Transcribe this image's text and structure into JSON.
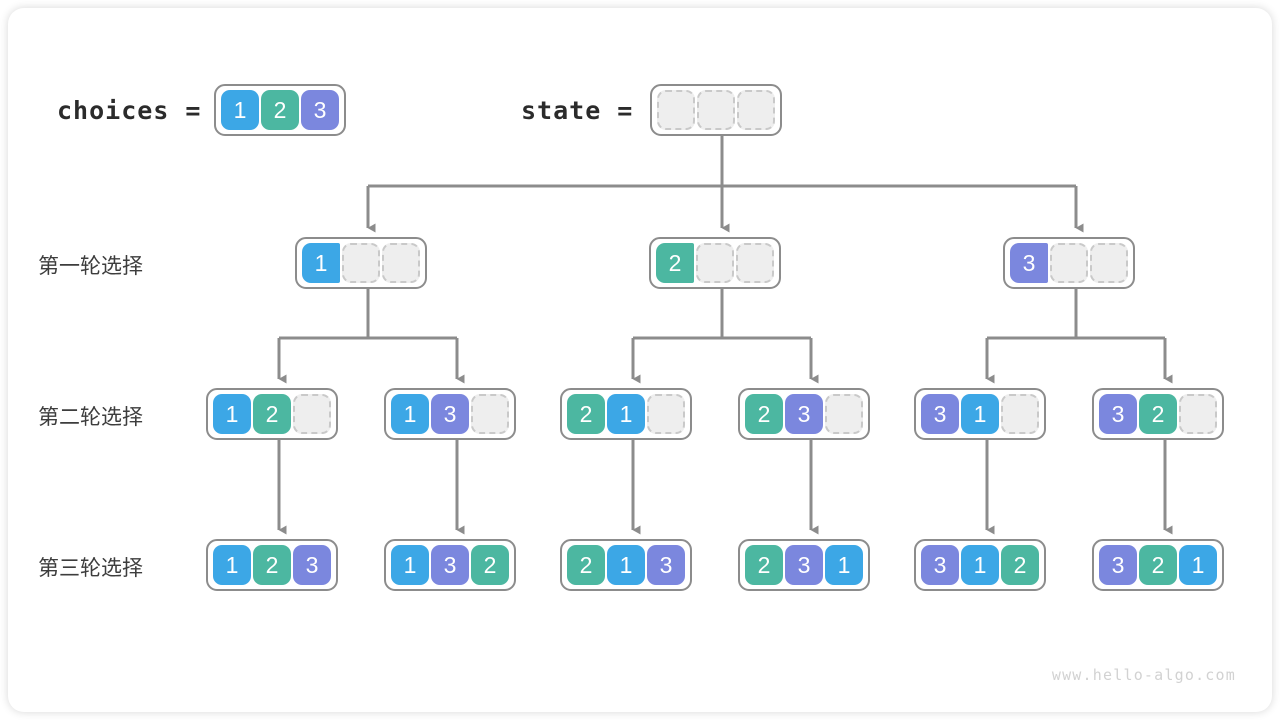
{
  "diagram": {
    "title": "permutation-backtracking-tree",
    "watermark": "www.hello-algo.com",
    "colors": {
      "value_1": "#3ca7e6",
      "value_2": "#4cb7a1",
      "value_3": "#7b87de",
      "empty_cell": "#eeeeee",
      "border": "#8c8c8c",
      "connector": "#8c8c8c",
      "label_text": "#3d3d3d"
    }
  },
  "header": {
    "choices_label": "choices =",
    "choices_values": [
      "1",
      "2",
      "3"
    ],
    "state_label": "state =",
    "state_values": [
      "",
      "",
      ""
    ]
  },
  "rows": [
    {
      "label": "第一轮选择"
    },
    {
      "label": "第二轮选择"
    },
    {
      "label": "第三轮选择"
    }
  ],
  "level1": [
    {
      "values": [
        "1",
        "",
        ""
      ]
    },
    {
      "values": [
        "2",
        "",
        ""
      ]
    },
    {
      "values": [
        "3",
        "",
        ""
      ]
    }
  ],
  "level2": [
    {
      "values": [
        "1",
        "2",
        ""
      ]
    },
    {
      "values": [
        "1",
        "3",
        ""
      ]
    },
    {
      "values": [
        "2",
        "1",
        ""
      ]
    },
    {
      "values": [
        "2",
        "3",
        ""
      ]
    },
    {
      "values": [
        "3",
        "1",
        ""
      ]
    },
    {
      "values": [
        "3",
        "2",
        ""
      ]
    }
  ],
  "level3": [
    {
      "values": [
        "1",
        "2",
        "3"
      ]
    },
    {
      "values": [
        "1",
        "3",
        "2"
      ]
    },
    {
      "values": [
        "2",
        "1",
        "3"
      ]
    },
    {
      "values": [
        "2",
        "3",
        "1"
      ]
    },
    {
      "values": [
        "3",
        "1",
        "2"
      ]
    },
    {
      "values": [
        "3",
        "2",
        "1"
      ]
    }
  ]
}
